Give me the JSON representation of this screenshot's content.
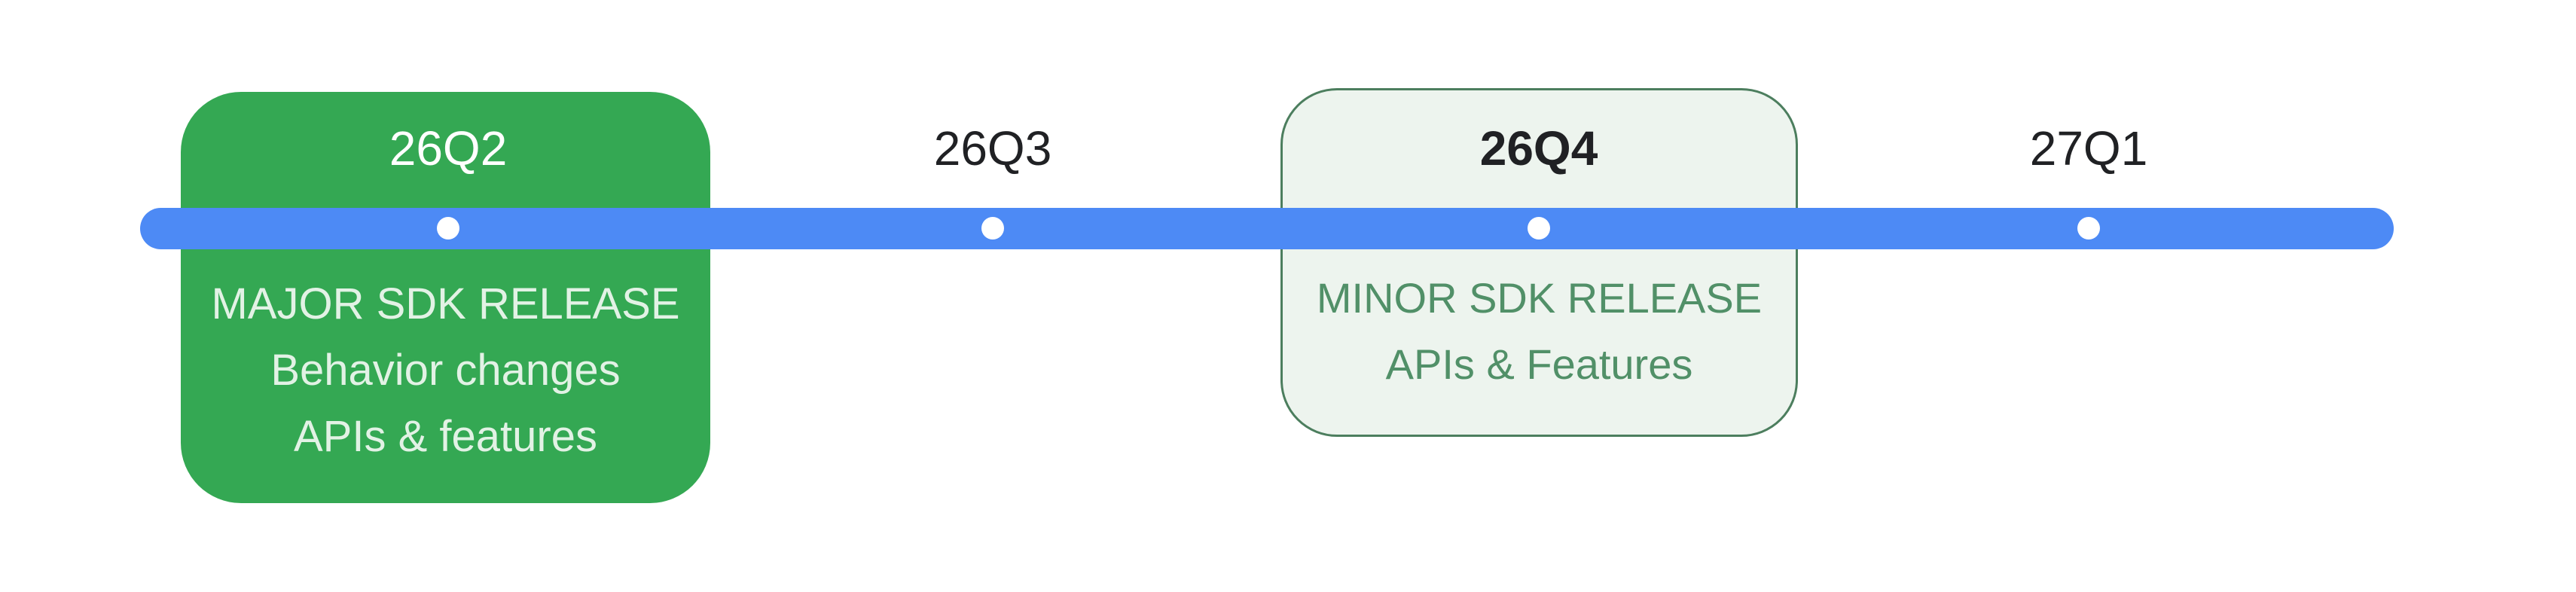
{
  "timeline": {
    "milestones": [
      {
        "label": "26Q2",
        "card": {
          "variant": "solid-green",
          "lines": [
            "MAJOR SDK RELEASE",
            "Behavior changes",
            "APIs & features"
          ]
        }
      },
      {
        "label": "26Q3"
      },
      {
        "label": "26Q4",
        "card": {
          "variant": "outline-light-green",
          "lines": [
            "MINOR SDK RELEASE",
            "APIs & Features"
          ]
        }
      },
      {
        "label": "27Q1"
      }
    ]
  },
  "colors": {
    "background": "#ffffff",
    "timeline_bar": "#4d8af5",
    "dot": "#ffffff",
    "label_text": "#202124",
    "solid_card_fill": "#34a853",
    "solid_card_title": "#ffffff",
    "solid_card_text": "#e2f2e5",
    "outline_card_fill": "#edf4ee",
    "outline_card_border": "#4c7e5e",
    "outline_card_text": "#519068"
  }
}
